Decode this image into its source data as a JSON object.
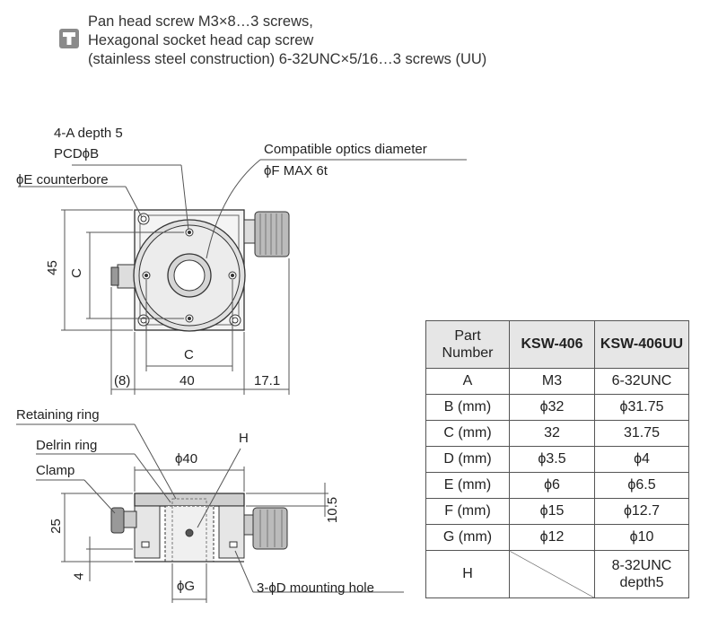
{
  "note": {
    "icon": "screw-icon",
    "lines": [
      "Pan head screw M3×8…3 screws,",
      "Hexagonal socket head cap screw",
      "(stainless steel construction) 6-32UNC×5/16…3 screws (UU)"
    ]
  },
  "top_view": {
    "labels": {
      "hole_spec_1": "4-A depth 5",
      "hole_spec_2": "PCDϕB",
      "counterbore": "ϕE counterbore",
      "optics_1": "Compatible optics diameter",
      "optics_2": "ϕF MAX 6t"
    },
    "dims": {
      "height": "45",
      "c_vertical": "C",
      "c_horizontal": "C",
      "offset": "(8)",
      "width": "40",
      "knob": "17.1"
    }
  },
  "front_view": {
    "labels": {
      "retaining_ring": "Retaining ring",
      "delrin_ring": "Delrin ring",
      "clamp": "Clamp",
      "h": "H",
      "mounting_hole": "3-ϕD  mounting hole"
    },
    "dims": {
      "diameter_40": "ϕ40",
      "height_25": "25",
      "height_4": "4",
      "height_10_5": "10.5",
      "diameter_g": "ϕG"
    }
  },
  "table": {
    "header": [
      "Part\nNumber",
      "KSW-406",
      "KSW-406UU"
    ],
    "rows": [
      [
        "A",
        "M3",
        "6-32UNC"
      ],
      [
        "B (mm)",
        "ϕ32",
        "ϕ31.75"
      ],
      [
        "C (mm)",
        "32",
        "31.75"
      ],
      [
        "D (mm)",
        "ϕ3.5",
        "ϕ4"
      ],
      [
        "E (mm)",
        "ϕ6",
        "ϕ6.5"
      ],
      [
        "F (mm)",
        "ϕ15",
        "ϕ12.7"
      ],
      [
        "G (mm)",
        "ϕ12",
        "ϕ10"
      ]
    ],
    "last_row": {
      "label": "H",
      "ksw406": "",
      "ksw406uu_1": "8-32UNC",
      "ksw406uu_2": "depth5"
    }
  }
}
